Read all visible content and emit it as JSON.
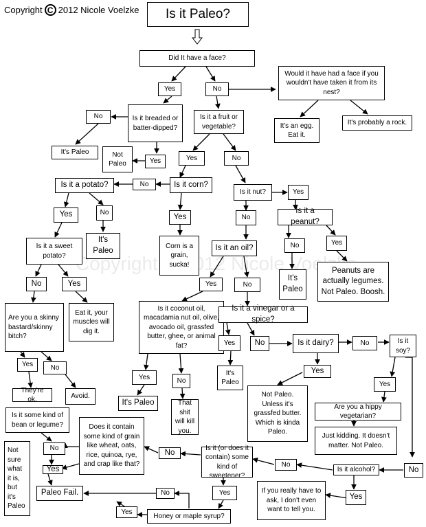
{
  "copyright": {
    "prefix": "Copyright",
    "symbol": "C",
    "text": "2012 Nicole Voelzke"
  },
  "watermark": "Copyright © 2012 Nicole Voelzke",
  "title": "Is it Paleo?",
  "nodes": {
    "face": "Did It have a face?",
    "yes_face": "Yes",
    "no_face": "No",
    "nest": "Would it have had a face if you wouldn't have taken it from its nest?",
    "egg": "It's an egg.\nEat it.",
    "rock": "It's probably a rock.",
    "breaded": "Is it breaded or batter-dipped?",
    "no_breaded": "No",
    "paleo1": "It's Paleo",
    "not_paleo1": "Not\nPaleo",
    "yes_breaded": "Yes",
    "fruit": "Is it a fruit or vegetable?",
    "yes_fruit": "Yes",
    "no_fruit": "No",
    "potato": "Is it a potato?",
    "no_corn": "No",
    "corn": "Is it corn?",
    "yes_potato": "Yes",
    "no_potato": "No",
    "paleo2": "It's\nPaleo",
    "yes_corn": "Yes",
    "corn_grain": "Corn is a grain, sucka!",
    "nut": "Is it nut?",
    "yes_nut": "Yes",
    "no_nut": "No",
    "peanut": "Is it a peanut?",
    "no_peanut": "No",
    "yes_peanut": "Yes",
    "paleo3": "It's\nPaleo",
    "legumes": "Peanuts are actually legumes. Not Paleo. Boosh.",
    "sweet_potato": "Is it a sweet potato?",
    "no_sp": "No",
    "yes_sp": "Yes",
    "oil": "Is it an oil?",
    "yes_oil": "Yes",
    "no_oil": "No",
    "skinny": "Are you a skinny bastard/skinny bitch?",
    "eat_it": "Eat it, your muscles will dig it.",
    "coconut": "Is it coconut oil, macadamia nut oil, olive, avocado oil, grassfed butter, ghee, or animal fat?",
    "vinegar": "Is it a vinegar or a spice?",
    "yes_skinny": "Yes",
    "no_skinny": "No",
    "ok": "They're ok.",
    "avoid": "Avoid.",
    "yes_vin": "Yes",
    "no_vin": "No",
    "dairy": "Is it dairy?",
    "no_dairy": "No",
    "soy": "Is it soy?",
    "paleo4": "It's\nPaleo",
    "yes_dairy": "Yes",
    "yes_soy": "Yes",
    "yes_coco": "Yes",
    "no_coco": "No",
    "paleo5": "It's Paleo",
    "kill": "That shit will kill you.",
    "grassfed": "Not Paleo. Unless it's grassfed butter. Which is kinda Paleo.",
    "hippy": "Are you a hippy vegetarian?",
    "kidding": "Just kidding. It doesn't matter. Not Paleo.",
    "bean": "Is it some kind of bean or legume?",
    "grain": "Does it contain some kind of grain like wheat, oats, rice, quinoa, rye, and crap like that?",
    "not_sure": "Not sure what it is, but it's Paleo",
    "no_bean": "No",
    "yes_grain": "Yes",
    "no_grain": "No",
    "sweetener": "Is it (or does it contain) some kind of sweetener?",
    "no_sweet": "No",
    "alcohol": "Is it alcohol?",
    "no_soy": "No",
    "paleo_fail": "Paleo Fail.",
    "yes_sweet": "Yes",
    "no_honey": "No",
    "ask": "If you really have to ask, I don't even want to tell you.",
    "yes_alc": "Yes",
    "yes_honey": "Yes",
    "honey": "Honey or maple syrup?"
  }
}
